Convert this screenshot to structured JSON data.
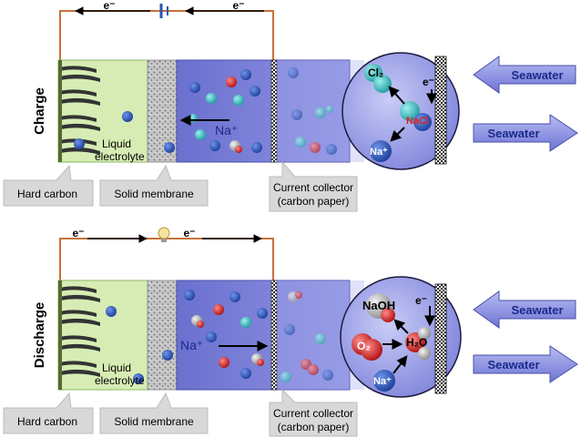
{
  "panels": [
    {
      "side_label": "Charge",
      "electron_left": "e⁻",
      "electron_right": "e⁻",
      "ion_label": "Na⁺",
      "electrolyte_label": [
        "Liquid",
        "electrolyte"
      ],
      "callouts": {
        "hard_carbon": "Hard carbon",
        "solid_membrane": "Solid membrane",
        "current_collector": [
          "Current collector",
          "(carbon paper)"
        ]
      },
      "zoom": {
        "top_species": "Cl₂",
        "electron": "e⁻",
        "center_species": "NaCl",
        "bottom_species": "Na⁺"
      },
      "seawater_in": "Seawater",
      "seawater_out": "Seawater"
    },
    {
      "side_label": "Discharge",
      "electron_left": "e⁻",
      "electron_right": "e⁻",
      "ion_label": "Na⁺",
      "electrolyte_label": [
        "Liquid",
        "electrolyte"
      ],
      "callouts": {
        "hard_carbon": "Hard carbon",
        "solid_membrane": "Solid membrane",
        "current_collector": [
          "Current collector",
          "(carbon paper)"
        ]
      },
      "zoom": {
        "top_species": "NaOH",
        "electron": "e⁻",
        "o2_species": "O₂",
        "h2o_species": "H₂O",
        "bottom_species": "Na⁺"
      },
      "seawater_in": "Seawater",
      "seawater_out": "Seawater"
    }
  ],
  "colors": {
    "hard_carbon_bg": "#d6ecb4",
    "cell_bg": "#7b7fd6",
    "sodium_ion": "#2a55b8",
    "chloride": "#3fc0c0",
    "oxygen": "#e02020",
    "wire": "#c8703a",
    "arrow_fill": "#8a90e0"
  }
}
